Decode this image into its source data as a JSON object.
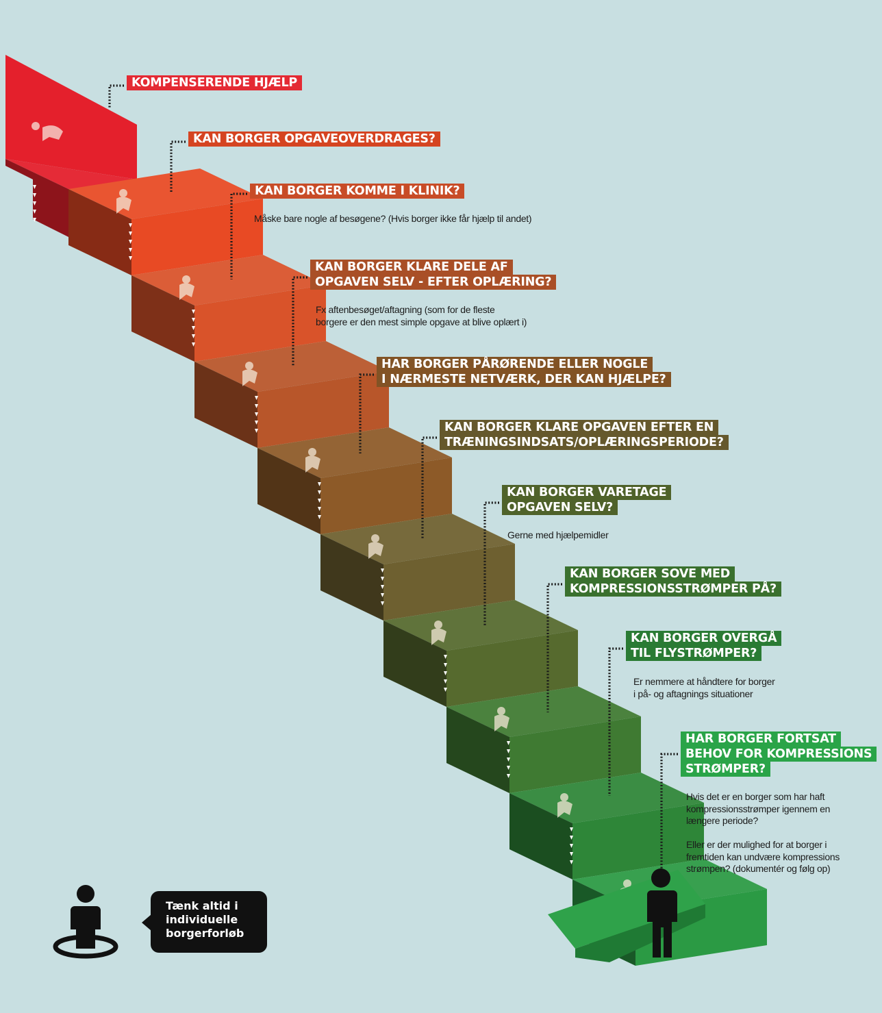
{
  "steps": [
    {
      "id": 1,
      "lines": [
        "KOMPENSERENDE HJÆLP"
      ],
      "note": "",
      "color": "#e4202c",
      "icon": "care-icon"
    },
    {
      "id": 2,
      "lines": [
        "KAN BORGER OPGAVEOVERDRAGES?"
      ],
      "note": "",
      "color": "#e84a24",
      "icon": "delegate-arrow-icon"
    },
    {
      "id": 3,
      "lines": [
        "KAN BORGER KOMME I KLINIK?"
      ],
      "note": "Måske bare nogle af besøgene? (Hvis borger ikke får hjælp til andet)",
      "color": "#d9532a",
      "icon": "seated-person-icon"
    },
    {
      "id": 4,
      "lines": [
        "KAN BORGER KLARE DELE AF",
        "OPGAVEN SELV - EFTER OPLÆRING?"
      ],
      "note": "Fx aftenbesøget/aftagning (som for de fleste\nborgere er den mest simple opgave at blive oplært i)",
      "color": "#b8562a",
      "icon": "helping-hands-icon"
    },
    {
      "id": 5,
      "lines": [
        "HAR BORGER PÅRØRENDE ELLER NOGLE",
        "I NÆRMESTE NETVÆRK, DER KAN HJÆLPE?"
      ],
      "note": "",
      "color": "#8d5a28",
      "icon": "relatives-icon"
    },
    {
      "id": 6,
      "lines": [
        "KAN BORGER KLARE OPGAVEN EFTER EN",
        "TRÆNINGSINDSATS/OPLÆRINGSPERIODE?"
      ],
      "note": "",
      "color": "#6e6030",
      "icon": "training-icon"
    },
    {
      "id": 7,
      "lines": [
        "KAN BORGER VARETAGE",
        "OPGAVEN SELV?"
      ],
      "note": "Gerne med hjælpemidler",
      "color": "#566a2e",
      "icon": "self-care-arrow-icon"
    },
    {
      "id": 8,
      "lines": [
        "KAN BORGER SOVE MED",
        "KOMPRESSIONSSTRØMPER PÅ?"
      ],
      "note": "",
      "color": "#3f7a32",
      "icon": "sleeping-person-icon"
    },
    {
      "id": 9,
      "lines": [
        "KAN BORGER OVERGÅ",
        "TIL FLYSTRØMPER?"
      ],
      "note": "Er nemmere at håndtere for borger\ni på- og aftagnings situationer",
      "color": "#2e8638",
      "icon": "hands-icon"
    },
    {
      "id": 10,
      "lines": [
        "HAR BORGER FORTSAT",
        "BEHOV FOR KOMPRESSIONS",
        "STRØMPER?"
      ],
      "note": "Hvis det er en borger som har haft\nkompressionsstrømper igennem en\nlængere periode?\n\nEller er der mulighed for at borger i\nfremtiden kan undvære kompressions\nstrømpen? (dokumentér og følg op)",
      "color": "#2b9a44",
      "icon": "person-standing-icon"
    }
  ],
  "bubble": {
    "text": "Tænk altid i\nindividuelle\nborgerforløb"
  },
  "colors": {
    "background": "#c8dfe1",
    "connector": "#1a1a1a",
    "bubble": "#111111"
  }
}
